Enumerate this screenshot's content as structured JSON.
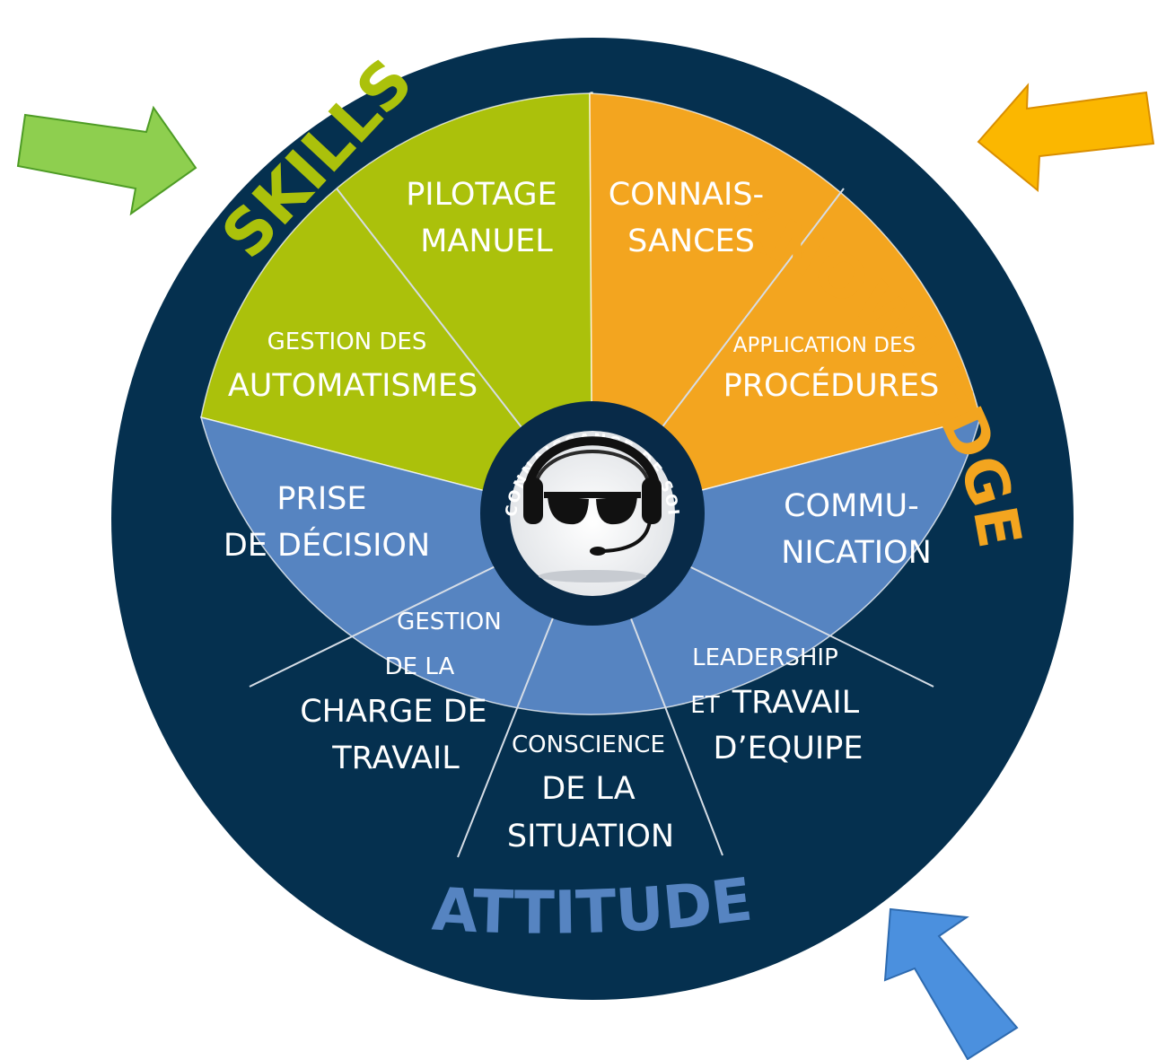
{
  "colors": {
    "ring": "#05304f",
    "skills": "#abc10b",
    "knowledge": "#f3a51f",
    "attitude": "#5684c1",
    "center_ring": "#082a48",
    "skills_arrow": "#8ecf4f",
    "knowledge_arrow": "#fbb700",
    "attitude_arrow": "#4b90de"
  },
  "icons": {
    "center": "pilot-headset-sunglasses-icon",
    "arrows": [
      "arrow-right-icon",
      "arrow-left-icon",
      "arrow-up-left-icon"
    ]
  },
  "ring_labels": {
    "skills": "SKILLS",
    "knowledge": "KNOWLEDGE",
    "attitude": "ATTITUDE"
  },
  "center": {
    "label": "CONNAISSANCE DE SOI"
  },
  "segments": {
    "pilotage": {
      "line1": "PILOTAGE",
      "line2": "MANUEL"
    },
    "connaissances": {
      "line1": "CONNAIS-",
      "line2": "SANCES"
    },
    "procedures": {
      "line1": "APPLICATION DES",
      "line2": "PROCÉDURES"
    },
    "communication": {
      "line1": "COMMU-",
      "line2": "NICATION"
    },
    "leadership": {
      "line1": "LEADERSHIP",
      "line2a": "ET",
      "line2b": "TRAVAIL",
      "line3": "D’EQUIPE"
    },
    "conscience": {
      "line1": "CONSCIENCE",
      "line2": "DE LA",
      "line3": "SITUATION"
    },
    "charge": {
      "line1": "GESTION",
      "line2": "DE LA",
      "line3": "CHARGE DE",
      "line4": "TRAVAIL"
    },
    "decision": {
      "line1": "PRISE",
      "line2": "DE DÉCISION"
    },
    "automatismes": {
      "line1": "GESTION DES",
      "line2": "AUTOMATISMES"
    }
  }
}
